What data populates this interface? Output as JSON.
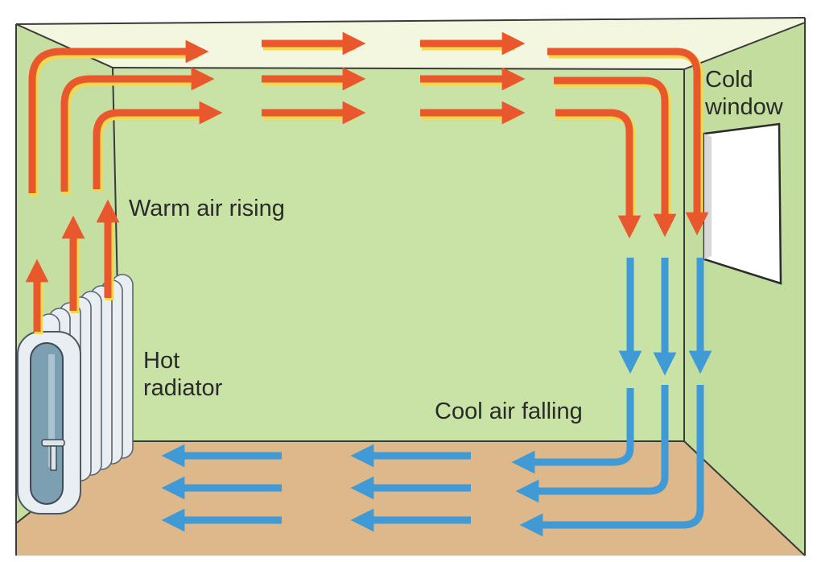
{
  "labels": {
    "warm_air": "Warm air rising",
    "hot_radiator_line1": "Hot",
    "hot_radiator_line2": "radiator",
    "cold_window_line1": "Cold",
    "cold_window_line2": "window",
    "cool_air": "Cool air falling"
  },
  "colors": {
    "wall": "#c9e2a4",
    "ceiling": "#f4f8e2",
    "floor": "#ddb98b",
    "warm_arrow": "#e8582c",
    "warm_highlight": "#f6d848",
    "cool_arrow": "#3f9ad6",
    "radiator": "#e8eef2"
  },
  "icons": {
    "warm": "warm-air-arrow-icon",
    "cool": "cool-air-arrow-icon",
    "radiator": "radiator-icon",
    "window": "window-icon"
  }
}
